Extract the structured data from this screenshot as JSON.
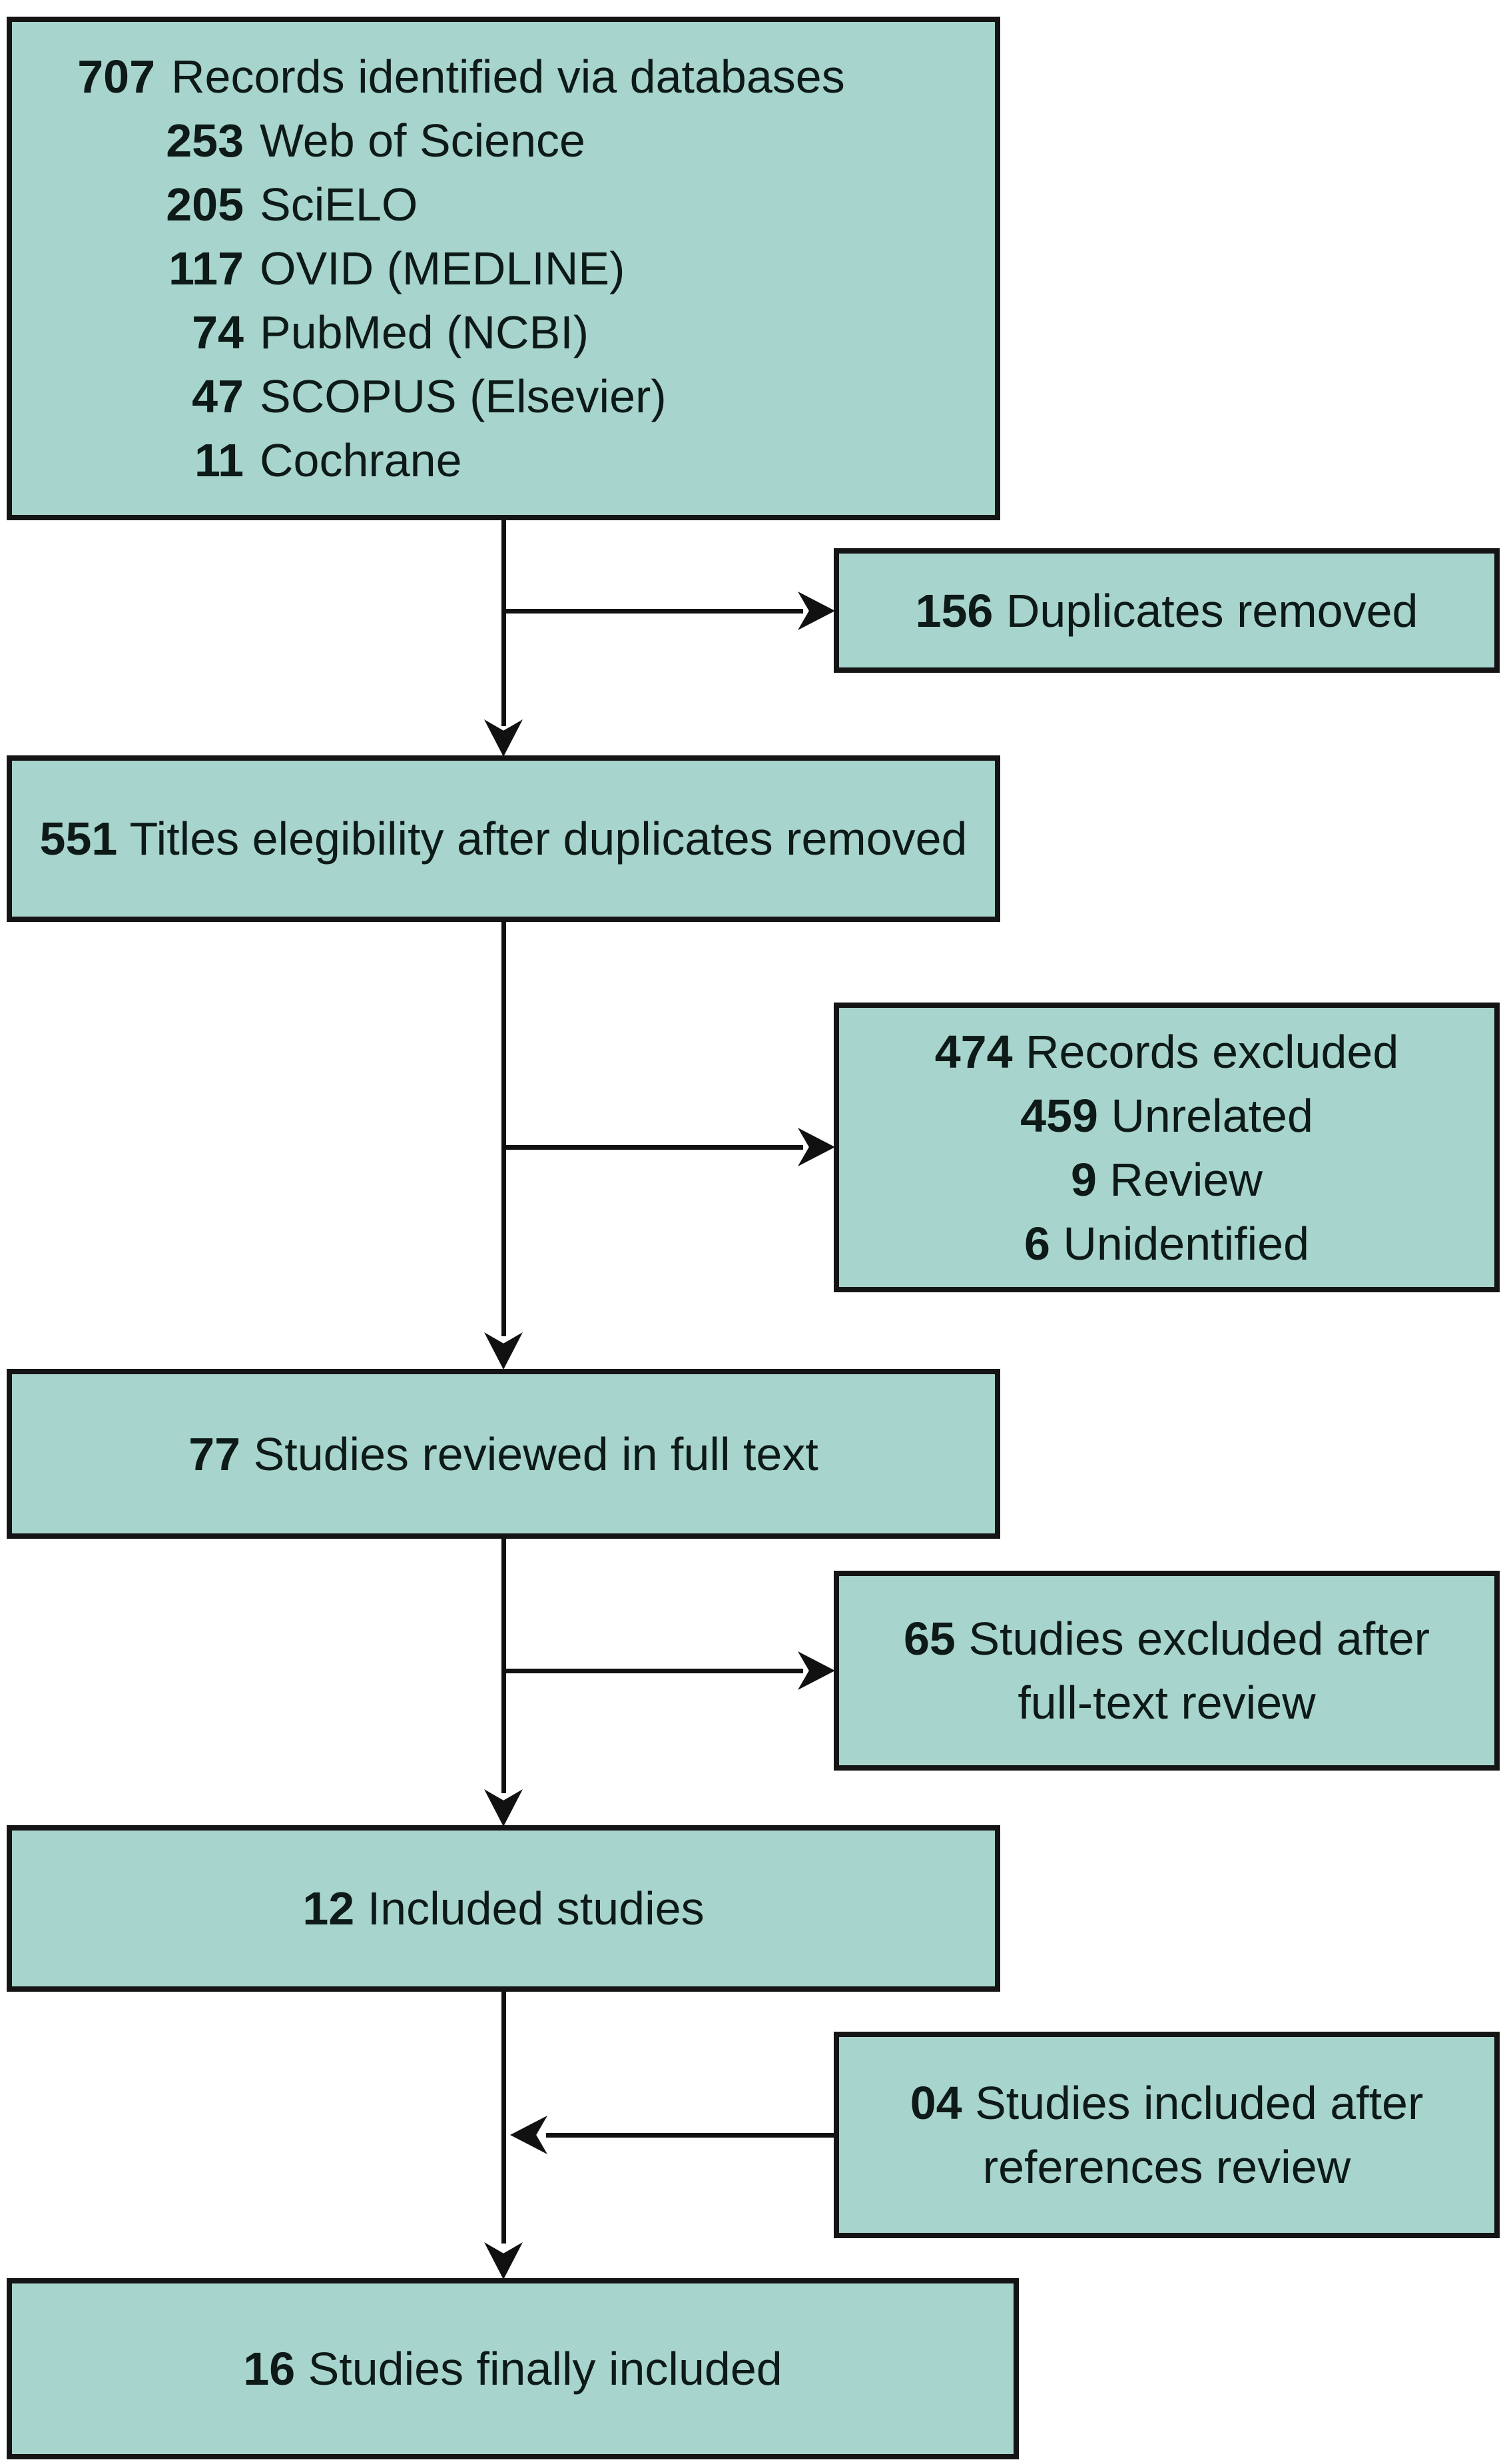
{
  "figure": {
    "background": "#ffffff",
    "box_fill": "#a7d4cc",
    "box_border": "#141414",
    "text_color": "#0d1a17",
    "arrow_color": "#111111"
  },
  "boxes": {
    "identified": {
      "num": "707",
      "label": "Records identified via databases",
      "sources": [
        {
          "num": "253",
          "label": "Web of Science"
        },
        {
          "num": "205",
          "label": "SciELO"
        },
        {
          "num": "117",
          "label": "OVID (MEDLINE)"
        },
        {
          "num": "74",
          "label": "PubMed (NCBI)"
        },
        {
          "num": "47",
          "label": "SCOPUS (Elsevier)"
        },
        {
          "num": "11",
          "label": "Cochrane"
        }
      ]
    },
    "duplicates": {
      "num": "156",
      "label": "Duplicates removed"
    },
    "titles": {
      "num": "551",
      "label": "Titles elegibility after duplicates removed"
    },
    "excluded": {
      "num": "474",
      "label": "Records excluded",
      "reasons": [
        {
          "num": "459",
          "label": "Unrelated"
        },
        {
          "num": "9",
          "label": "Review"
        },
        {
          "num": "6",
          "label": "Unidentified"
        }
      ]
    },
    "fulltext": {
      "num": "77",
      "label": "Studies reviewed in full text"
    },
    "fulltext_excluded": {
      "num": "65",
      "label": "Studies excluded after full-text review"
    },
    "included": {
      "num": "12",
      "label": "Included studies"
    },
    "references": {
      "num": "04",
      "label": "Studies included after references review"
    },
    "final": {
      "num": "16",
      "label": "Studies finally included"
    }
  }
}
